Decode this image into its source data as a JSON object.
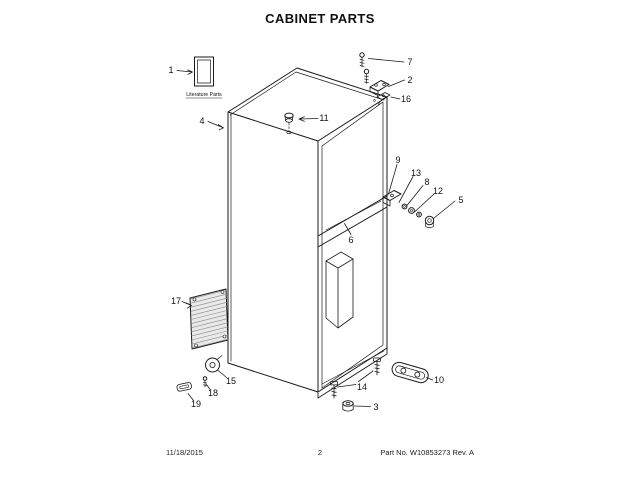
{
  "page": {
    "title": "CABINET PARTS",
    "footer": {
      "date": "11/18/2015",
      "page_number": "2",
      "part_no": "Part No. W10853273  Rev. A"
    }
  },
  "diagram": {
    "literature_label": "Literature Parts",
    "callouts": [
      {
        "label": "1"
      },
      {
        "label": "2"
      },
      {
        "label": "3"
      },
      {
        "label": "4"
      },
      {
        "label": "5"
      },
      {
        "label": "6"
      },
      {
        "label": "7"
      },
      {
        "label": "8"
      },
      {
        "label": "9"
      },
      {
        "label": "10"
      },
      {
        "label": "11"
      },
      {
        "label": "12"
      },
      {
        "label": "13"
      },
      {
        "label": "14"
      },
      {
        "label": "15"
      },
      {
        "label": "16"
      },
      {
        "label": "17"
      },
      {
        "label": "18"
      },
      {
        "label": "19"
      }
    ],
    "colors": {
      "ink": "#1a1a1a",
      "paper": "#ffffff"
    }
  }
}
